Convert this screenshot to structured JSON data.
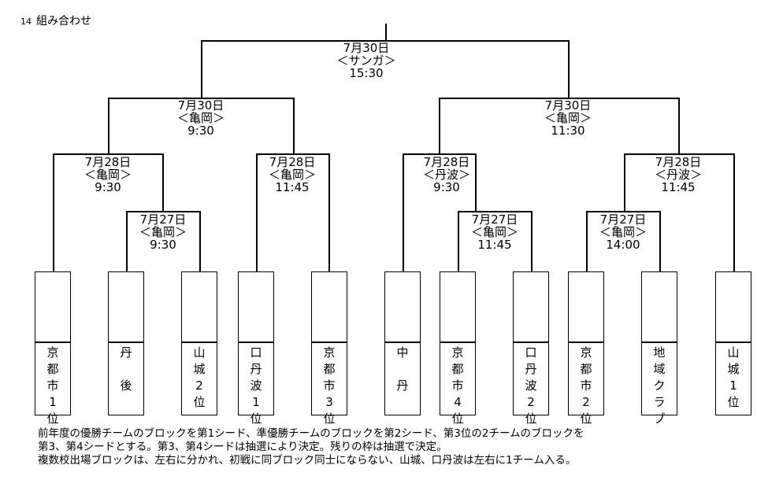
{
  "header": {
    "number": "14",
    "title": "組み合わせ"
  },
  "matches": {
    "final": {
      "date": "7月30日",
      "venue": "＜サンガ＞",
      "time": "15:30"
    },
    "semi_left": {
      "date": "7月30日",
      "venue": "＜亀岡＞",
      "time": "9:30"
    },
    "semi_right": {
      "date": "7月30日",
      "venue": "＜亀岡＞",
      "time": "11:30"
    },
    "qf1": {
      "date": "7月28日",
      "venue": "＜亀岡＞",
      "time": "9:30"
    },
    "qf2": {
      "date": "7月28日",
      "venue": "＜亀岡＞",
      "time": "11:45"
    },
    "qf3": {
      "date": "7月28日",
      "venue": "＜丹波＞",
      "time": "9:30"
    },
    "qf4": {
      "date": "7月28日",
      "venue": "＜丹波＞",
      "time": "11:45"
    },
    "r1a": {
      "date": "7月27日",
      "venue": "＜亀岡＞",
      "time": "9:30"
    },
    "r1b": {
      "date": "7月27日",
      "venue": "＜亀岡＞",
      "time": "11:45"
    },
    "r1c": {
      "date": "7月27日",
      "venue": "＜亀岡＞",
      "time": "14:00"
    }
  },
  "teams": [
    {
      "chars": [
        "京",
        "都",
        "市",
        "1",
        "位"
      ]
    },
    {
      "chars": [
        "丹",
        "",
        "後"
      ]
    },
    {
      "chars": [
        "山",
        "城",
        "2",
        "位"
      ]
    },
    {
      "chars": [
        "口",
        "丹",
        "波",
        "1",
        "位"
      ]
    },
    {
      "chars": [
        "京",
        "都",
        "市",
        "3",
        "位"
      ]
    },
    {
      "chars": [
        "中",
        "",
        "丹"
      ]
    },
    {
      "chars": [
        "京",
        "都",
        "市",
        "4",
        "位"
      ]
    },
    {
      "chars": [
        "口",
        "丹",
        "波",
        "2",
        "位"
      ]
    },
    {
      "chars": [
        "京",
        "都",
        "市",
        "2",
        "位"
      ]
    },
    {
      "chars": [
        "地",
        "域",
        "ク",
        "ラ",
        "ブ"
      ]
    },
    {
      "chars": [
        "山",
        "城",
        "1",
        "位"
      ]
    }
  ],
  "notes": [
    "前年度の優勝チームのブロックを第1シード、準優勝チームのブロックを第2シード、第3位の2チームのブロックを",
    "第3、第4シードとする。第3、第4シードは抽選により決定。残りの枠は抽選で決定。",
    "複数校出場ブロックは、左右に分かれ、初戦に同ブロック同士にならない、山城、口丹波は左右に1チーム入る。"
  ]
}
